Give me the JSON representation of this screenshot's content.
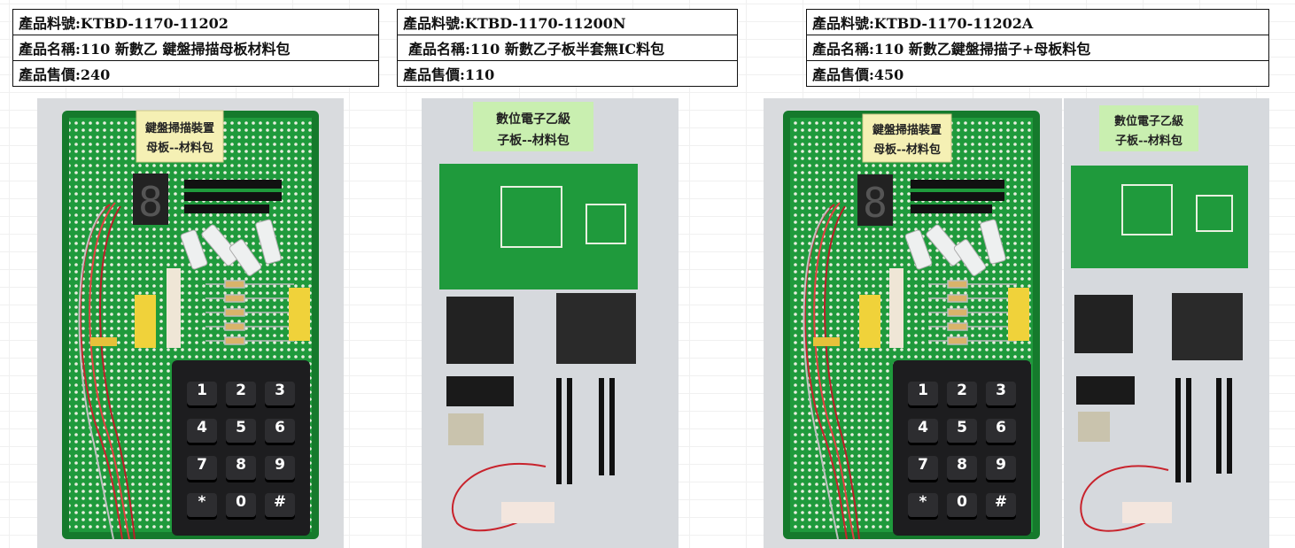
{
  "products": [
    {
      "code": "產品料號:KTBD-1170-11202",
      "name": "產品名稱:110 新數乙 鍵盤掃描母板材料包",
      "price": "產品售價:240",
      "board_tag_line1": "鍵盤掃描裝置",
      "board_tag_line2": "母板--材料包",
      "keypad_keys": [
        "1",
        "2",
        "3",
        "4",
        "5",
        "6",
        "7",
        "8",
        "9",
        "*",
        "0",
        "#"
      ]
    },
    {
      "code": "產品料號:KTBD-1170-11200N",
      "name": "產品名稱:110 新數乙子板半套無IC料包",
      "price": "產品售價:110",
      "sub_tag_line1": "數位電子乙級",
      "sub_tag_line2": "子板--材料包"
    },
    {
      "code": "產品料號:KTBD-1170-11202A",
      "name": "產品名稱:110 新數乙鍵盤掃描子+母板料包",
      "price": "產品售價:450",
      "board_tag_line1": "鍵盤掃描裝置",
      "board_tag_line2": "母板--材料包",
      "sub_tag_line1": "數位電子乙級",
      "sub_tag_line2": "子板--材料包",
      "keypad_keys": [
        "1",
        "2",
        "3",
        "4",
        "5",
        "6",
        "7",
        "8",
        "9",
        "*",
        "0",
        "#"
      ]
    }
  ],
  "colors": {
    "pcb_green": "#1f9a3c",
    "pcb_dark": "#157a2c",
    "tag_yellow": "#f5f0b4",
    "tag_green": "#c9efb0",
    "keypad_black": "#1d1d1f",
    "wire_red": "#c8232c"
  }
}
